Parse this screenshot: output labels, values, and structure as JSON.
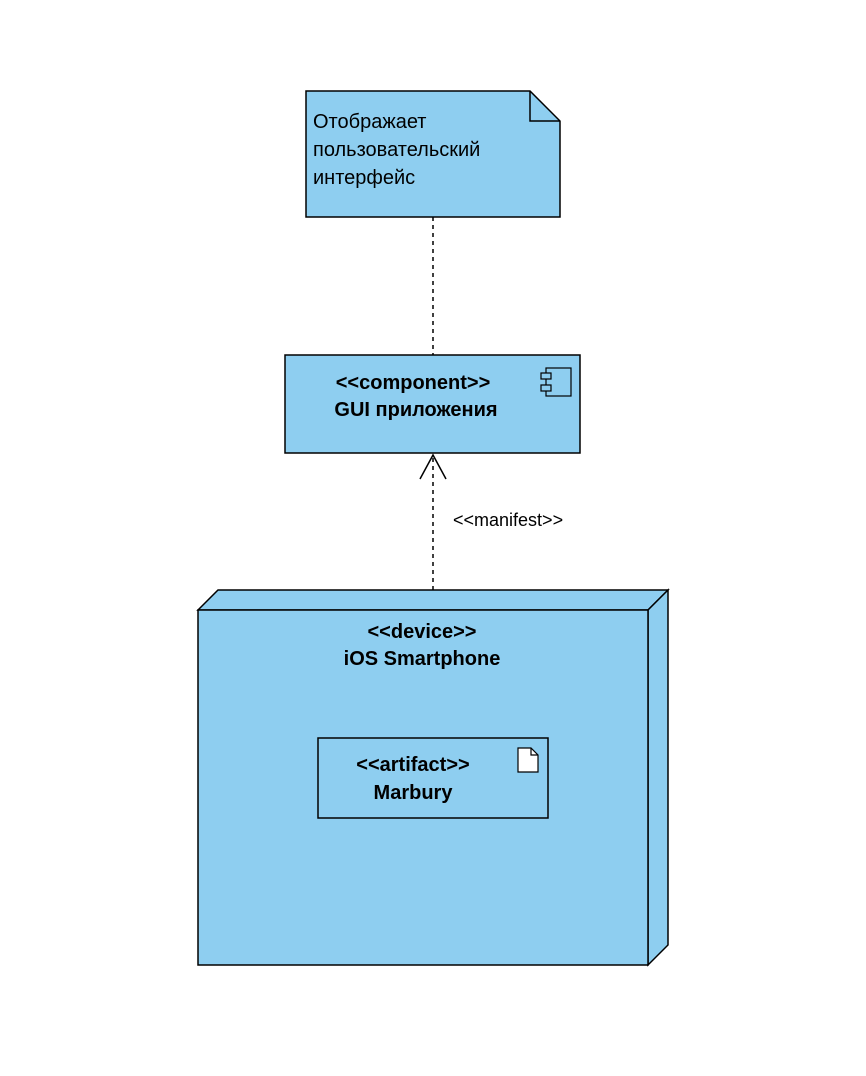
{
  "colors": {
    "fill": "#8ECEF0",
    "stroke": "#000000",
    "background": "#FFFFFF"
  },
  "note": {
    "lines": [
      "Отображает",
      "пользовательский",
      "интерфейс"
    ]
  },
  "component": {
    "stereotype": "<<component>>",
    "name": "GUI приложения",
    "icon": "component-icon"
  },
  "edge": {
    "label": "<<manifest>>"
  },
  "device": {
    "stereotype": "<<device>>",
    "name": "iOS Smartphone"
  },
  "artifact": {
    "stereotype": "<<artifact>>",
    "name": "Marbury",
    "icon": "document-icon"
  }
}
